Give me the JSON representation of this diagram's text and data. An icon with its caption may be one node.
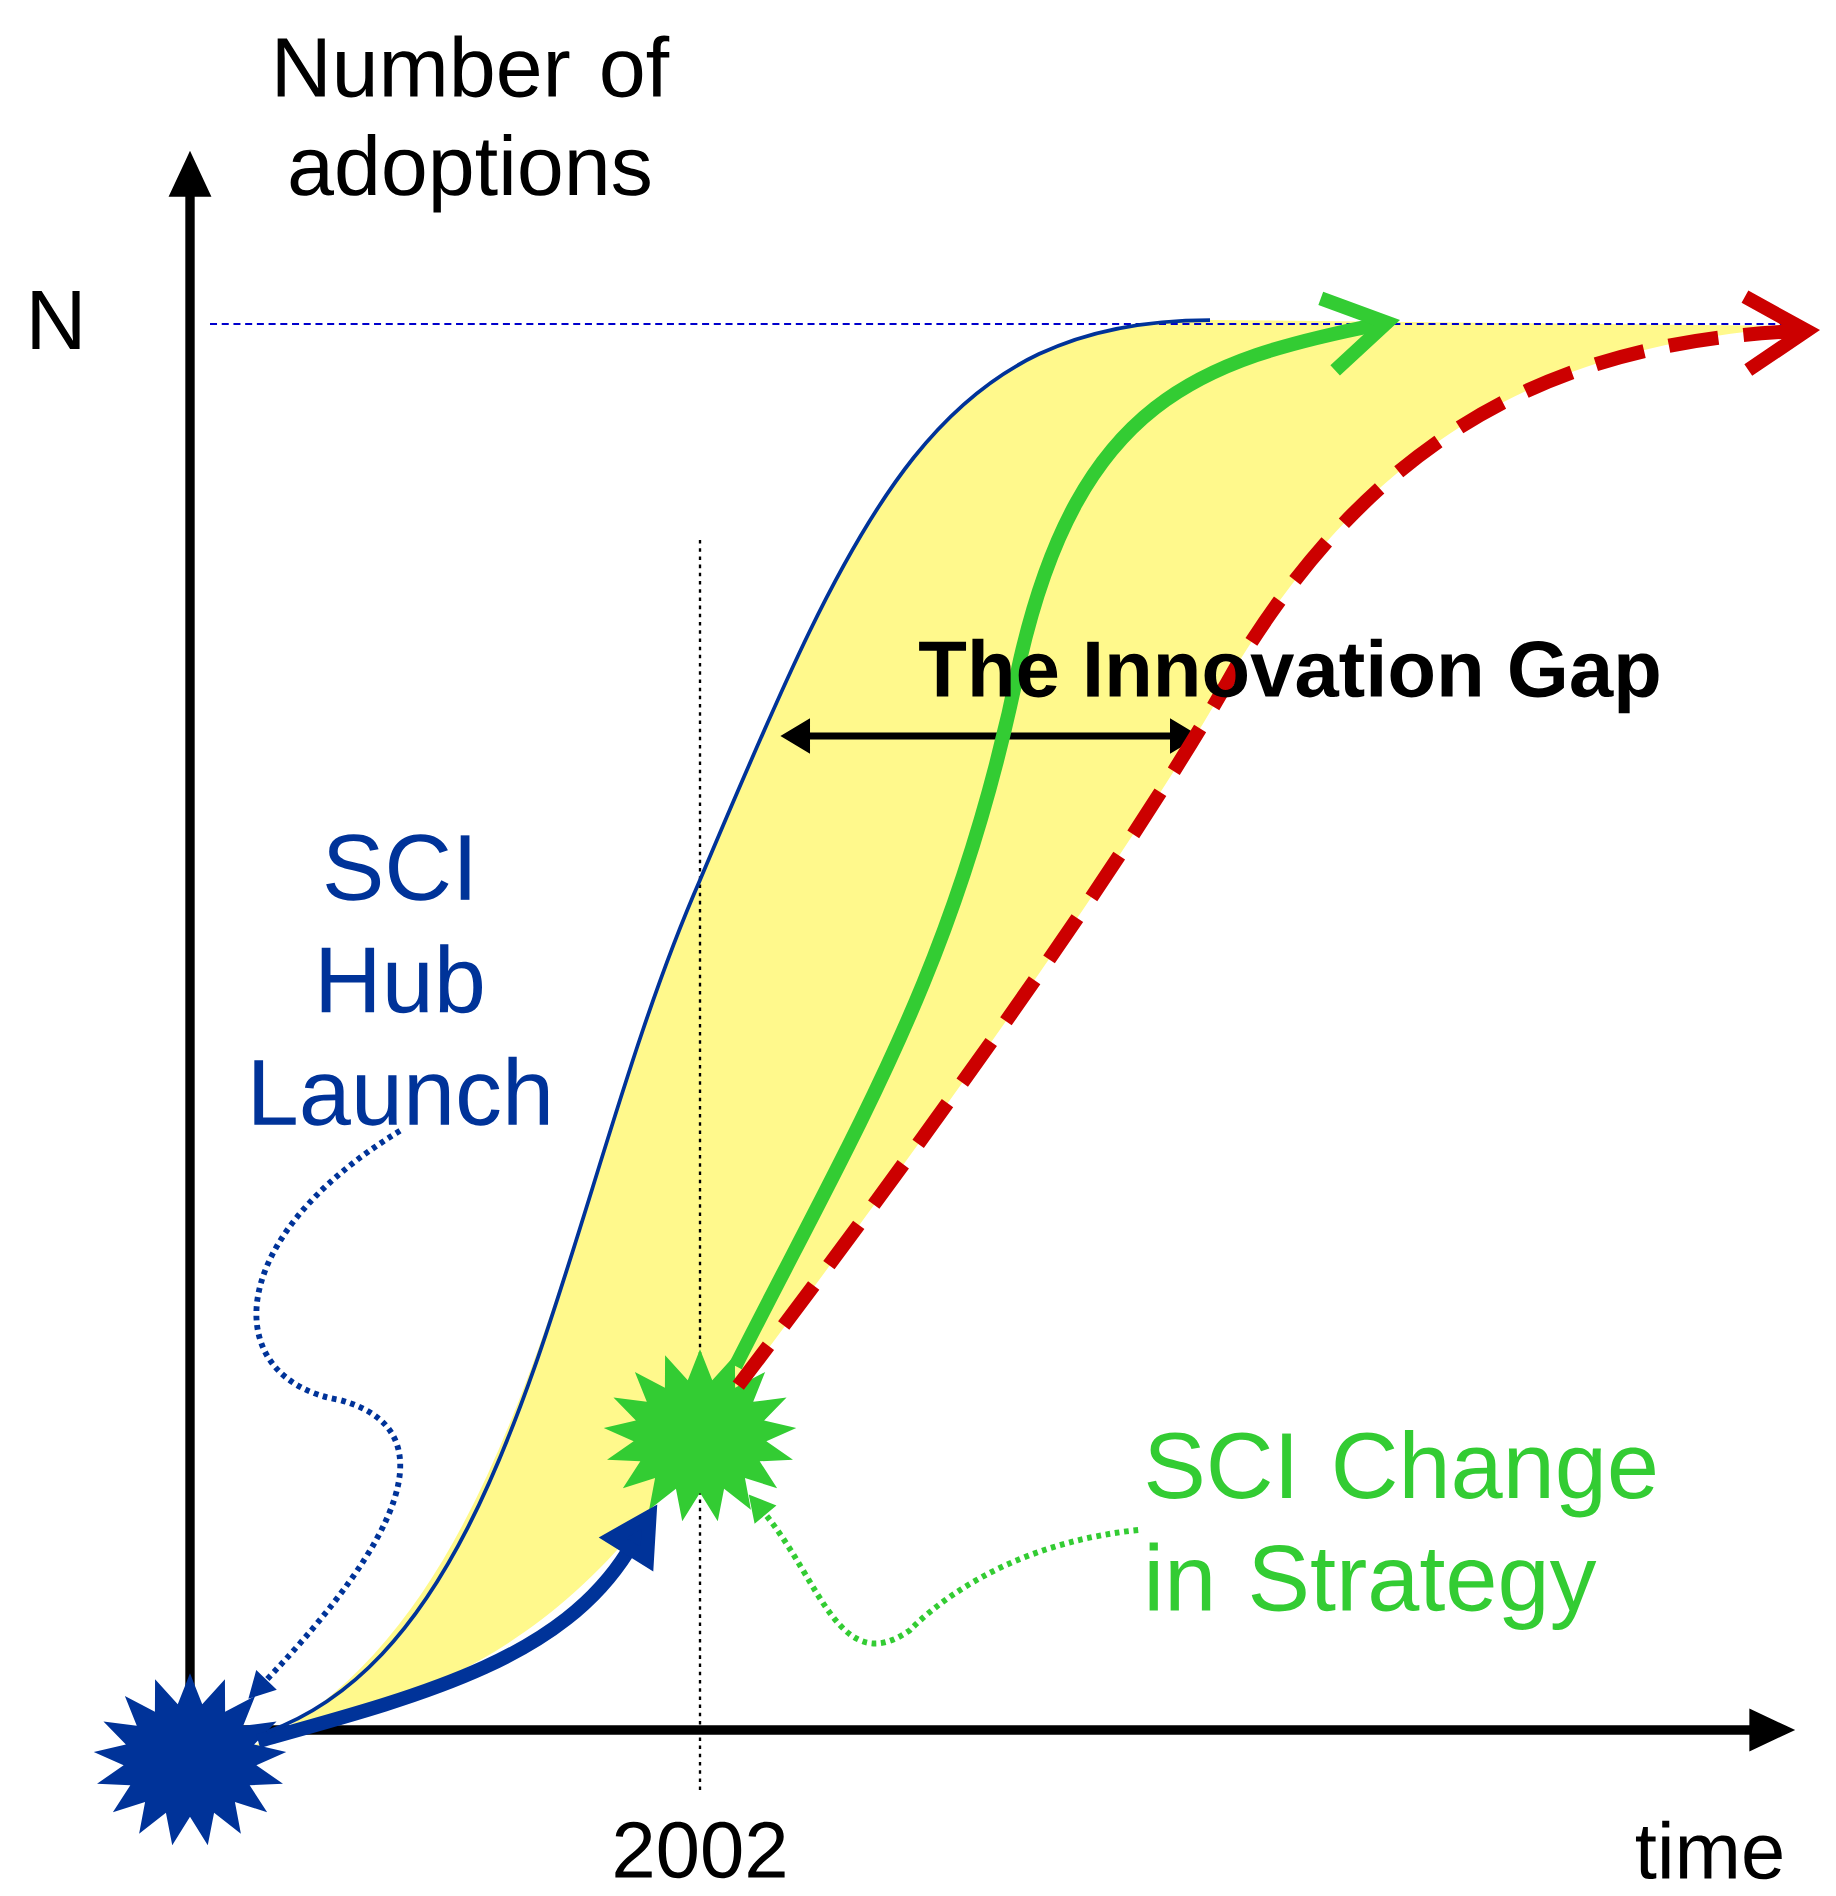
{
  "diagram": {
    "nodes": [
      {
        "text": [],
        "shape": "star"
      },
      {
        "text": [],
        "shape": "star"
      },
      {
        "text": [
          "SCI Hub Launch"
        ]
      },
      {
        "text": [
          "SCI Change in Strategy"
        ]
      }
    ],
    "edges": [
      {
        "from": 0,
        "to": 1,
        "arrow": "to",
        "style": "thick",
        "color": "#003399"
      },
      {
        "from": 0,
        "to": null,
        "arrow": "none",
        "color": "#003399"
      },
      {
        "from": 1,
        "to": null,
        "arrow": "to",
        "style": "thick",
        "color": "#33cc33"
      },
      {
        "from": 1,
        "to": null,
        "arrow": "to",
        "style": "dashed",
        "color": "#cc0000"
      },
      {
        "from": 2,
        "to": 0,
        "arrow": "to",
        "style": "dashed",
        "color": "#003399"
      },
      {
        "from": 3,
        "to": 1,
        "arrow": "to",
        "style": "dashed",
        "color": "#33cc33"
      }
    ],
    "labels": [
      "Number of adoptions",
      "N",
      "The Innovation Gap",
      "2002",
      "time"
    ]
  }
}
